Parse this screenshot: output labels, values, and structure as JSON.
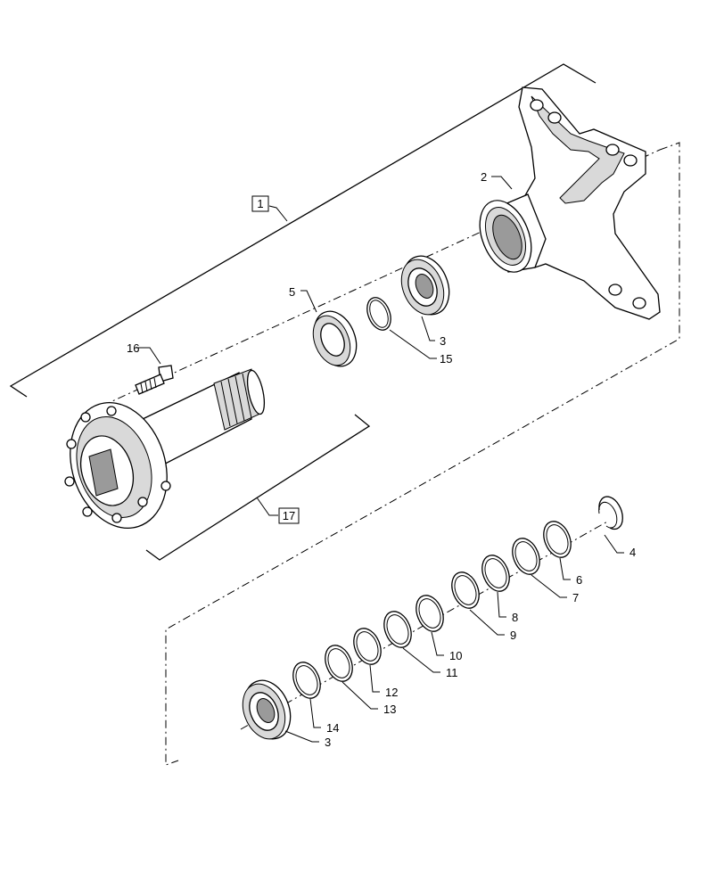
{
  "callouts": {
    "c1": "1",
    "c2": "2",
    "c3a": "3",
    "c3b": "3",
    "c4": "4",
    "c5": "5",
    "c6": "6",
    "c7": "7",
    "c8": "8",
    "c9": "9",
    "c10": "10",
    "c11": "11",
    "c12": "12",
    "c13": "13",
    "c14": "14",
    "c15": "15",
    "c16": "16",
    "c17": "17"
  }
}
